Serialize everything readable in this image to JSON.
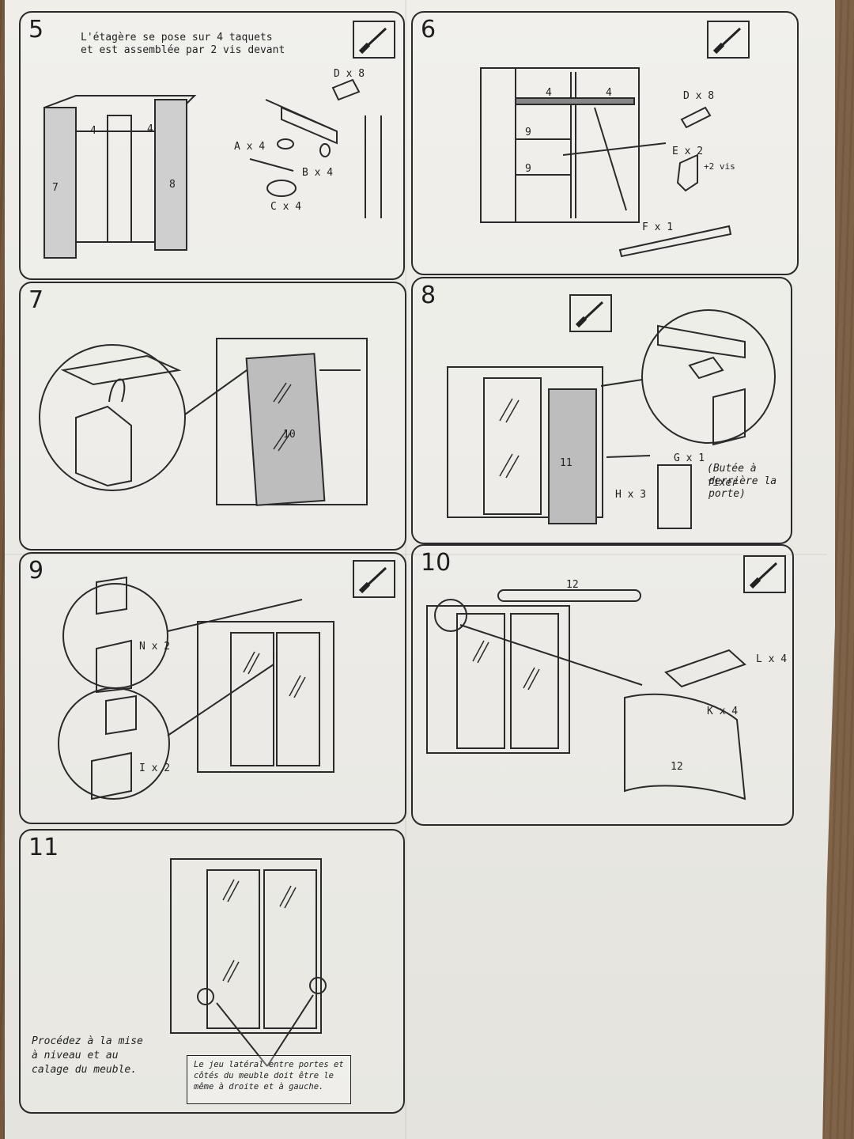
{
  "steps": [
    {
      "number": "5",
      "caption_line1": "L'étagère se pose sur 4 taquets",
      "caption_line2": "et est assemblée par 2 vis devant",
      "labels": {
        "d": "D x 8",
        "a": "A x 4",
        "b": "B x 4",
        "c": "C x 4",
        "shelf": "4",
        "side_left": "7",
        "side_right": "8"
      }
    },
    {
      "number": "6",
      "labels": {
        "d": "D x 8",
        "e": "E x 2",
        "vis": "+2 vis",
        "f": "F x 1",
        "shelf": "4",
        "shelf_side": "9"
      }
    },
    {
      "number": "7",
      "labels": {
        "door": "10"
      }
    },
    {
      "number": "8",
      "labels": {
        "door": "11",
        "g": "G x 1",
        "h": "H x 3",
        "note_line1": "(Butée à fixer",
        "note_line2": "derrière la",
        "note_line3": "porte)"
      }
    },
    {
      "number": "9",
      "labels": {
        "n": "N x 2",
        "i": "I x 2"
      }
    },
    {
      "number": "10",
      "labels": {
        "rail": "12",
        "l": "L x 4",
        "k": "K x 4"
      }
    },
    {
      "number": "11",
      "left_note_line1": "Procédez à la mise",
      "left_note_line2": "à niveau et au",
      "left_note_line3": "calage du meuble.",
      "box_note_line1": "Le jeu latéral entre portes et",
      "box_note_line2": "côtés du meuble doit être le",
      "box_note_line3": "même à droite et à gauche."
    }
  ],
  "icons": {
    "tool": "screwdriver-icon"
  },
  "colors": {
    "ink": "#2a2a2a",
    "paper": "#ecebe6"
  }
}
